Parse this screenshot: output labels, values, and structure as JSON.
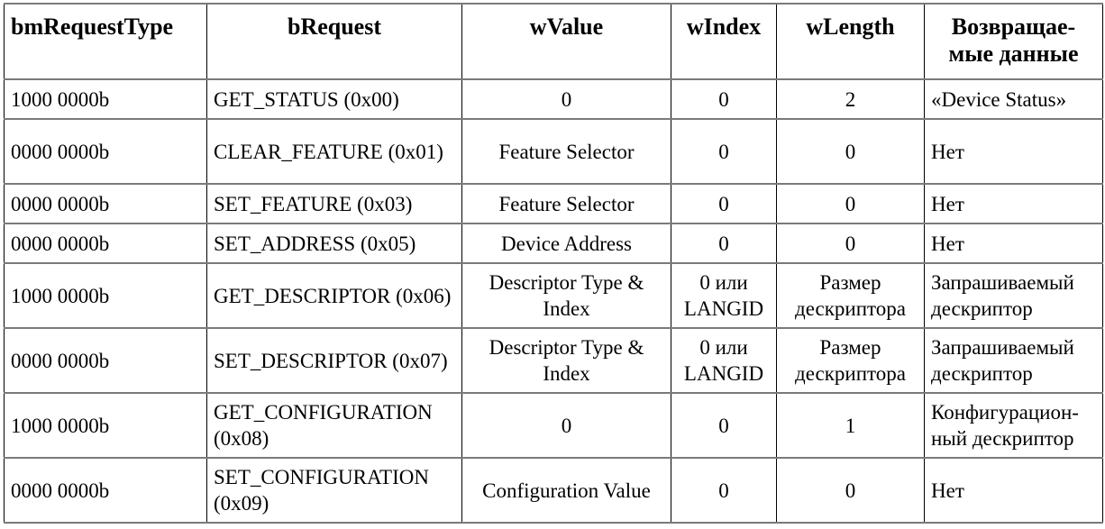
{
  "table": {
    "headers": [
      "bmRequestType",
      "bRequest",
      "wValue",
      "wIndex",
      "wLength",
      "Возвращае-мые данные"
    ],
    "rows": [
      [
        "1000 0000b",
        "GET_STATUS (0x00)",
        "0",
        "0",
        "2",
        "«Device Status»"
      ],
      [
        "0000 0000b",
        "CLEAR_FEATURE (0x01)",
        "Feature Selector",
        "0",
        "0",
        "Нет"
      ],
      [
        "0000 0000b",
        "SET_FEATURE (0x03)",
        "Feature Selector",
        "0",
        "0",
        "Нет"
      ],
      [
        "0000 0000b",
        "SET_ADDRESS (0x05)",
        "Device Address",
        "0",
        "0",
        "Нет"
      ],
      [
        "1000 0000b",
        "GET_DESCRIPTOR (0x06)",
        "Descriptor Type & Index",
        "0 или LANGID",
        "Размер дескриптора",
        "Запрашиваемый дескриптор"
      ],
      [
        "0000 0000b",
        "SET_DESCRIPTOR (0x07)",
        "Descriptor Type & Index",
        "0 или LANGID",
        "Размер дескриптора",
        "Запрашиваемый дескриптор"
      ],
      [
        "1000 0000b",
        "GET_CONFIGURATION (0x08)",
        "0",
        "0",
        "1",
        "Конфигурацион-ный дескриптор"
      ],
      [
        "0000 0000b",
        "SET_CONFIGURATION (0x09)",
        "Configuration Value",
        "0",
        "0",
        "Нет"
      ]
    ]
  }
}
